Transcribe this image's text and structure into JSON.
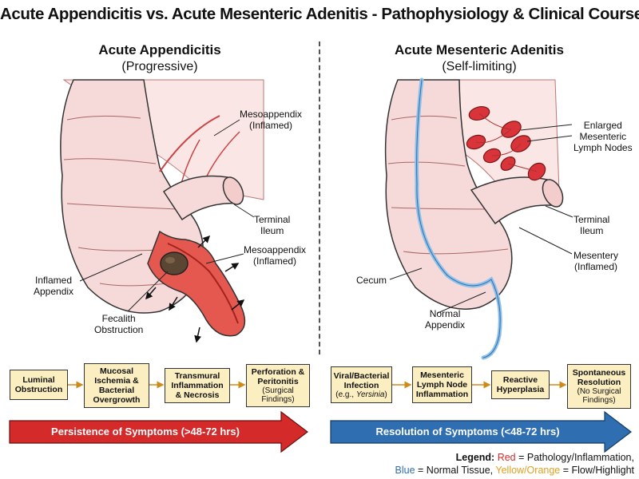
{
  "title": "Acute Appendicitis vs. Acute Mesenteric Adenitis - Pathophysiology & Clinical Course",
  "left": {
    "heading": "Acute Appendicitis",
    "subheading": "(Progressive)",
    "labels": {
      "mesoappendix_top": [
        "Mesoappendix",
        "(Inflamed)"
      ],
      "terminal_ileum": [
        "Terminal",
        "Ileum"
      ],
      "mesoappendix_mid": [
        "Mesoappendix",
        "(Inflamed)"
      ],
      "inflamed_appendix": [
        "Inflamed",
        "Appendix"
      ],
      "fecalith": [
        "Fecalith",
        "Obstruction"
      ]
    },
    "steps": [
      {
        "lines": [
          "Luminal",
          "Obstruction"
        ],
        "sub": []
      },
      {
        "lines": [
          "Mucosal",
          "Ischemia &",
          "Bacterial",
          "Overgrowth"
        ],
        "sub": []
      },
      {
        "lines": [
          "Transmural",
          "Inflammation",
          "& Necrosis"
        ],
        "sub": []
      },
      {
        "lines": [
          "Perforation &",
          "Peritonitis"
        ],
        "sub": [
          "(Surgical",
          "Findings)"
        ]
      }
    ],
    "course": "Persistence of Symptoms (>48-72 hrs)"
  },
  "right": {
    "heading": "Acute Mesenteric Adenitis",
    "subheading": "(Self-limiting)",
    "labels": {
      "nodes": [
        "Enlarged",
        "Mesenteric",
        "Lymph Nodes"
      ],
      "terminal_ileum": [
        "Terminal",
        "Ileum"
      ],
      "mesentery": [
        "Mesentery",
        "(Inflamed)"
      ],
      "cecum": [
        "Cecum"
      ],
      "normal_appendix": [
        "Normal",
        "Appendix"
      ]
    },
    "steps": [
      {
        "lines": [
          "Viral/Bacterial",
          "Infection"
        ],
        "sub": [
          "(e.g., Yersinia)"
        ]
      },
      {
        "lines": [
          "Mesenteric",
          "Lymph Node",
          "Inflammation"
        ],
        "sub": []
      },
      {
        "lines": [
          "Reactive",
          "Hyperplasia"
        ],
        "sub": []
      },
      {
        "lines": [
          "Spontaneous",
          "Resolution"
        ],
        "sub": [
          "(No Surgical",
          "Findings)"
        ]
      }
    ],
    "course": "Resolution of Symptoms (<48-72 hrs)"
  },
  "legend": {
    "label": "Legend:",
    "red_word": "Red",
    "red_text": " = Pathology/Inflammation,",
    "blue_word": "Blue",
    "blue_text": " = Normal Tissue, ",
    "yellow_word": "Yellow/Orange",
    "yellow_text": " = Flow/Highlight"
  },
  "colors": {
    "red": "#d42a2a",
    "blue": "#2f6fb1",
    "yellow": "#e0a020",
    "step_fill": "#fbeec0",
    "tissue": "#f6dada",
    "inflamed": "#e4584f"
  }
}
